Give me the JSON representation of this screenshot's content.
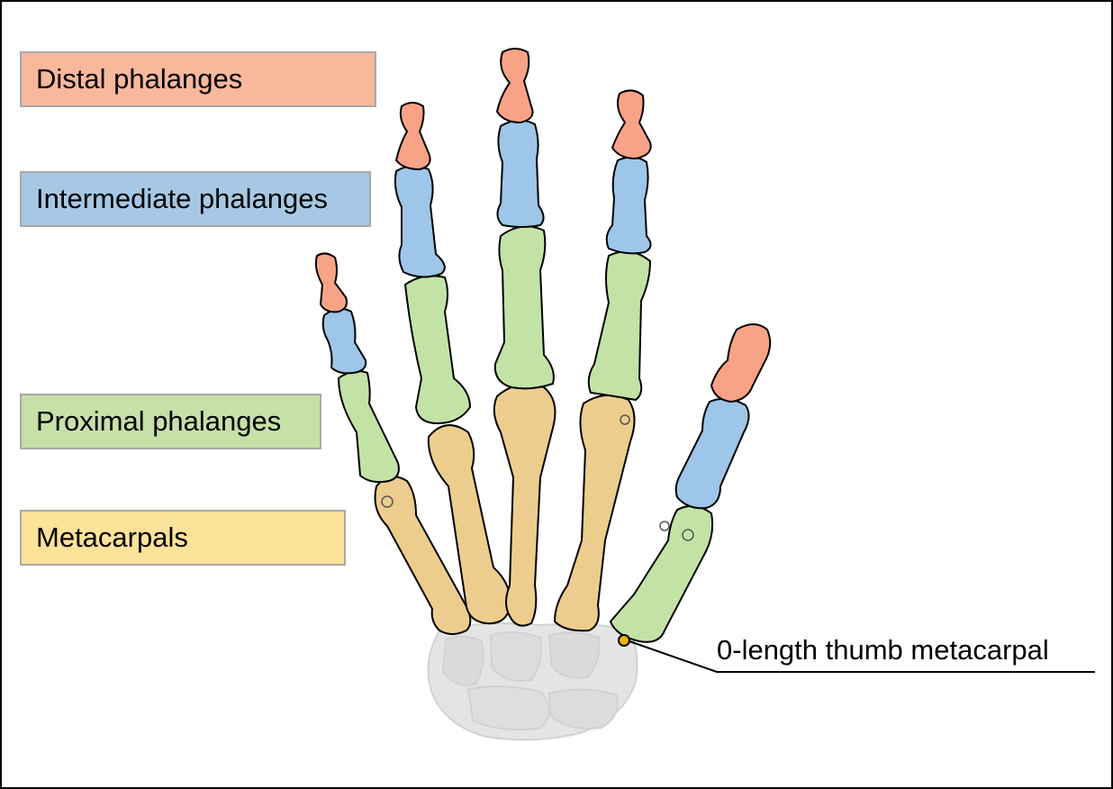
{
  "legend": {
    "distal": {
      "label": "Distal phalanges",
      "color": "#f7b89c"
    },
    "intermediate": {
      "label": "Intermediate phalanges",
      "color": "#a6c8e4"
    },
    "proximal": {
      "label": "Proximal phalanges",
      "color": "#c6e0a8"
    },
    "metacarpal": {
      "label": "Metacarpals",
      "color": "#fde29a"
    }
  },
  "bone_colors": {
    "distal": "#f8a386",
    "intermediate": "#9dc6e8",
    "proximal": "#c3e3a6",
    "metacarpal": "#eccd8d",
    "carpal": "#e4e4e4",
    "thumb_marker": "#e8b400"
  },
  "callout": {
    "label": "0-length thumb metacarpal"
  }
}
